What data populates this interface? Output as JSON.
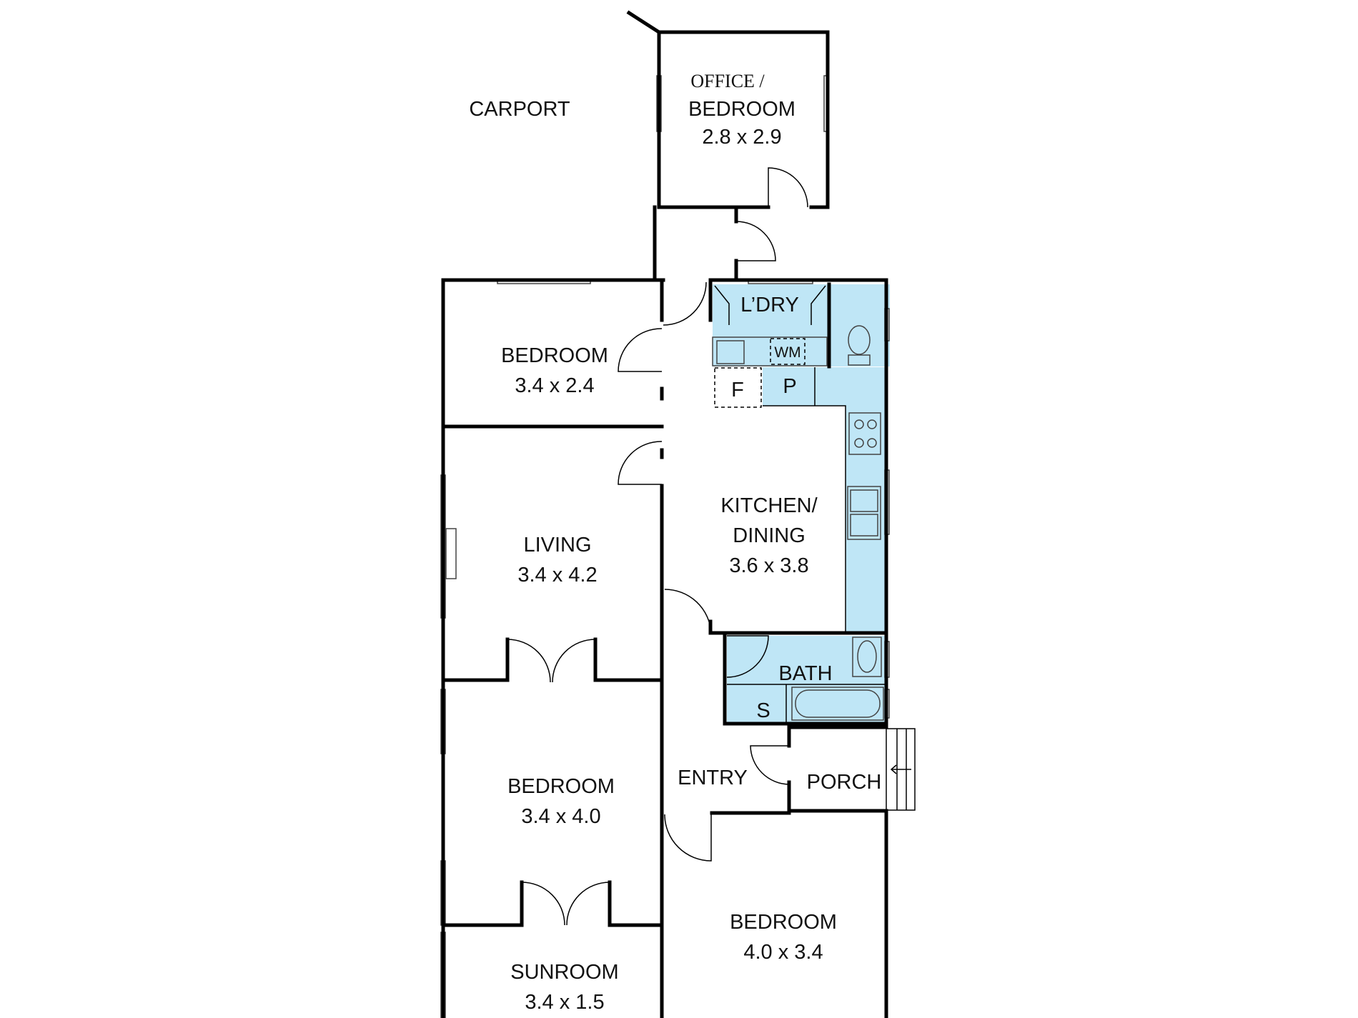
{
  "colors": {
    "wet_area": "#bfe6f6",
    "wall": "#000000",
    "background": "#ffffff"
  },
  "rooms": {
    "carport": {
      "name": "CARPORT"
    },
    "office": {
      "name_line1": "OFFICE /",
      "name_line2": "BEDROOM",
      "size": "2.8 x 2.9"
    },
    "bedroom_top": {
      "name": "BEDROOM",
      "size": "3.4 x 2.4"
    },
    "laundry": {
      "name": "L’DRY",
      "appliance": "WM"
    },
    "fridge": {
      "label": "F"
    },
    "pantry": {
      "label": "P"
    },
    "kitchen": {
      "name_line1": "KITCHEN/",
      "name_line2": "DINING",
      "size": "3.6 x 3.8"
    },
    "living": {
      "name": "LIVING",
      "size": "3.4 x 4.2"
    },
    "bath": {
      "name": "BATH",
      "shower": "S"
    },
    "bedroom_mid": {
      "name": "BEDROOM",
      "size": "3.4 x 4.0"
    },
    "entry": {
      "name": "ENTRY"
    },
    "porch": {
      "name": "PORCH"
    },
    "sunroom": {
      "name": "SUNROOM",
      "size": "3.4 x 1.5"
    },
    "bedroom_bottom": {
      "name": "BEDROOM",
      "size": "4.0 x 3.4"
    }
  }
}
